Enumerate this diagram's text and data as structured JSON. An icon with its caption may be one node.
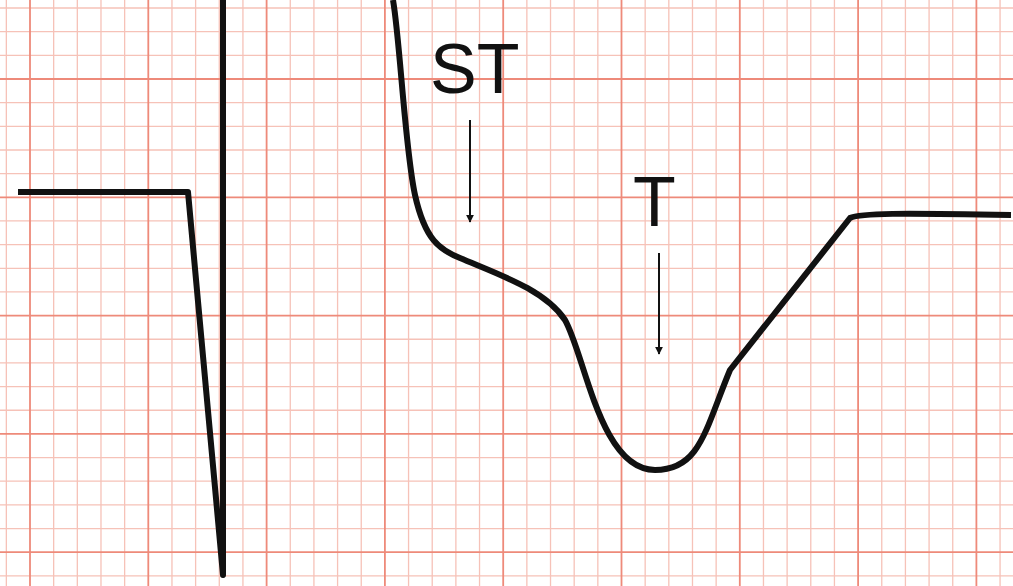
{
  "diagram": {
    "nodes": [
      {
        "text": [
          "ST"
        ]
      },
      {
        "text": [
          "T"
        ]
      }
    ],
    "edges": [
      {
        "from": 0,
        "to": null,
        "arrow": "to"
      },
      {
        "from": 1,
        "to": null,
        "arrow": "to"
      }
    ]
  }
}
